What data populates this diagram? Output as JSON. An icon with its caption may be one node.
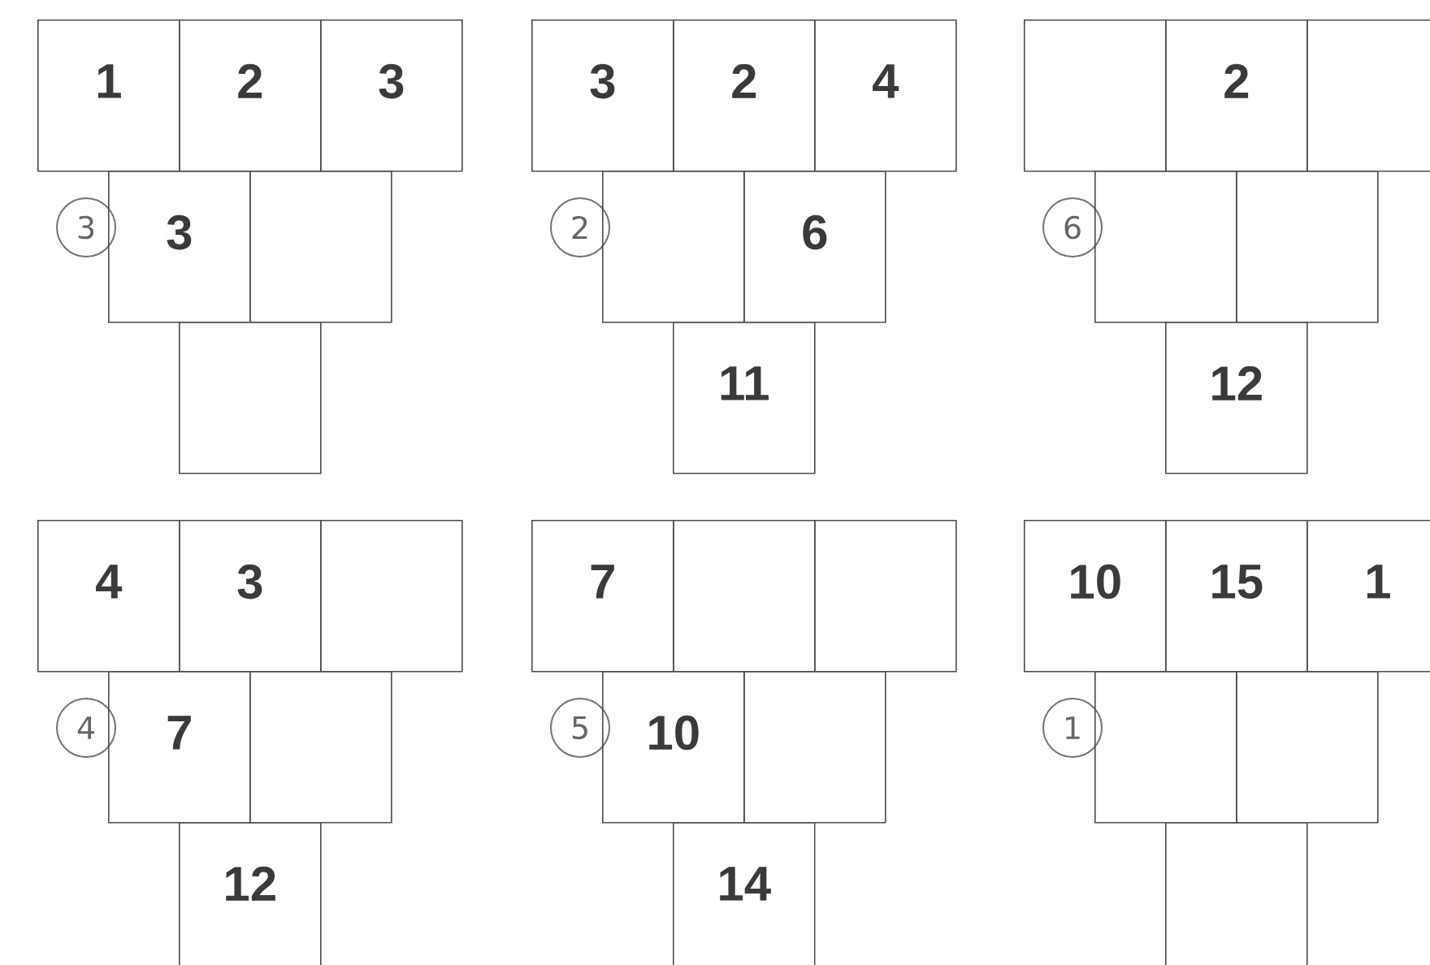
{
  "diagram": {
    "nodes": [
      {
        "text": [
          "1"
        ]
      },
      {
        "text": [
          "2"
        ]
      },
      {
        "text": [
          "3"
        ]
      },
      {
        "text": [
          "3"
        ]
      },
      {
        "text": [
          "3"
        ]
      },
      {
        "text": [],
        "shape": "box"
      },
      {
        "text": [],
        "shape": "box"
      },
      {
        "text": [
          "3"
        ]
      },
      {
        "text": [
          "2"
        ]
      },
      {
        "text": [
          "4"
        ]
      },
      {
        "text": [
          "2"
        ]
      },
      {
        "text": [],
        "shape": "box"
      },
      {
        "text": [
          "6"
        ]
      },
      {
        "text": [
          "11"
        ]
      },
      {
        "text": [],
        "shape": "box"
      },
      {
        "text": [
          "2"
        ]
      },
      {
        "text": [],
        "shape": "box"
      },
      {
        "text": [
          "6"
        ]
      },
      {
        "text": [],
        "shape": "box"
      },
      {
        "text": [],
        "shape": "box"
      },
      {
        "text": [
          "12"
        ]
      },
      {
        "text": [
          "4"
        ]
      },
      {
        "text": [
          "3"
        ]
      },
      {
        "text": [],
        "shape": "box"
      },
      {
        "text": [
          "4"
        ]
      },
      {
        "text": [
          "7"
        ]
      },
      {
        "text": [],
        "shape": "box"
      },
      {
        "text": [
          "12"
        ]
      },
      {
        "text": [
          "7"
        ]
      },
      {
        "text": [],
        "shape": "box"
      },
      {
        "text": [],
        "shape": "box"
      },
      {
        "text": [
          "5"
        ]
      },
      {
        "text": [
          "10"
        ]
      },
      {
        "text": [],
        "shape": "box"
      },
      {
        "text": [
          "14"
        ]
      },
      {
        "text": [
          "10"
        ]
      },
      {
        "text": [
          "15"
        ]
      },
      {
        "text": [
          "1"
        ]
      },
      {
        "text": [
          "1"
        ]
      },
      {
        "text": [],
        "shape": "box"
      },
      {
        "text": [],
        "shape": "box"
      },
      {
        "text": [],
        "shape": "box"
      }
    ]
  }
}
